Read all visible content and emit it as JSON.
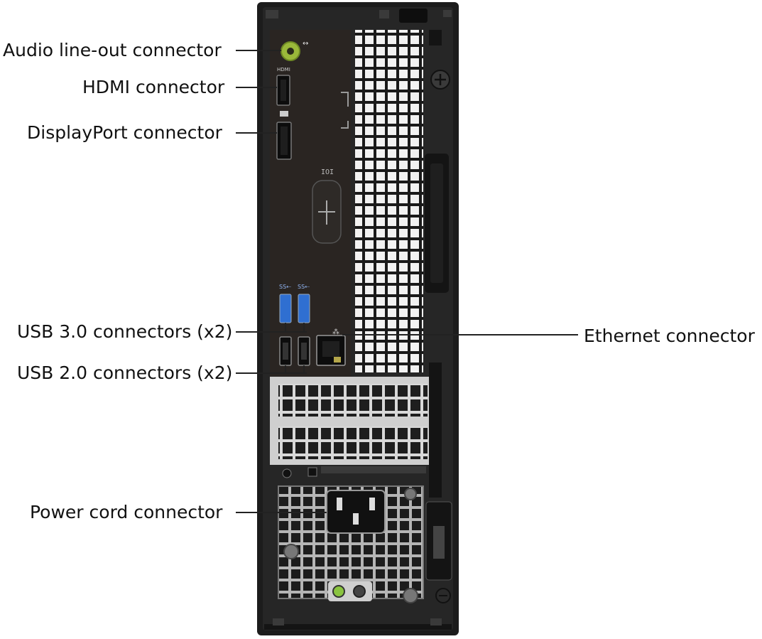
{
  "labels": {
    "audio": "Audio line-out connector",
    "hdmi": "HDMI connector",
    "displayport": "DisplayPort connector",
    "usb3": "USB 3.0 connectors (x2)",
    "usb2": "USB 2.0 connectors (x2)",
    "ethernet": "Ethernet connector",
    "power": "Power cord connector"
  },
  "colors": {
    "chassis": "#1c1c1c",
    "io_panel": "#2a2522",
    "grille": "#f4f4f4",
    "steel": "#9a9a9a",
    "usb3_blue": "#2f6fd1",
    "audio_green": "#9ab83a"
  }
}
